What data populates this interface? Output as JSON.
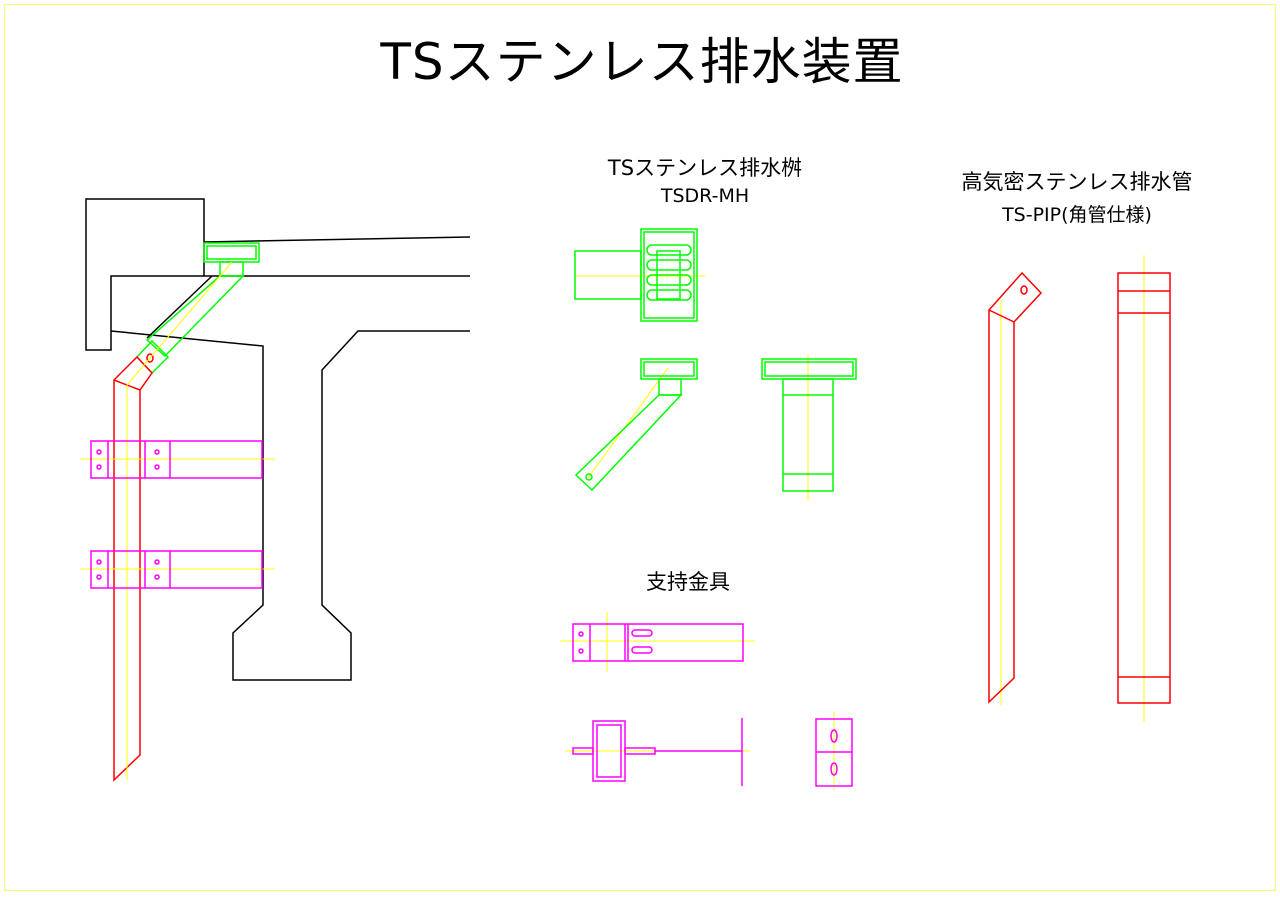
{
  "title": "TSステンレス排水装置",
  "sections": {
    "basin": {
      "name": "TSステンレス排水桝",
      "model": "TSDR-MH"
    },
    "pipe": {
      "name": "高気密ステンレス排水管",
      "model": "TS-PIP(角管仕様)"
    },
    "bracket": {
      "name": "支持金具"
    }
  },
  "colors": {
    "structure": "#000000",
    "pipe": "#ff0000",
    "basin": "#00ff00",
    "bracket": "#ff00ff",
    "centerline": "#ffff00"
  }
}
